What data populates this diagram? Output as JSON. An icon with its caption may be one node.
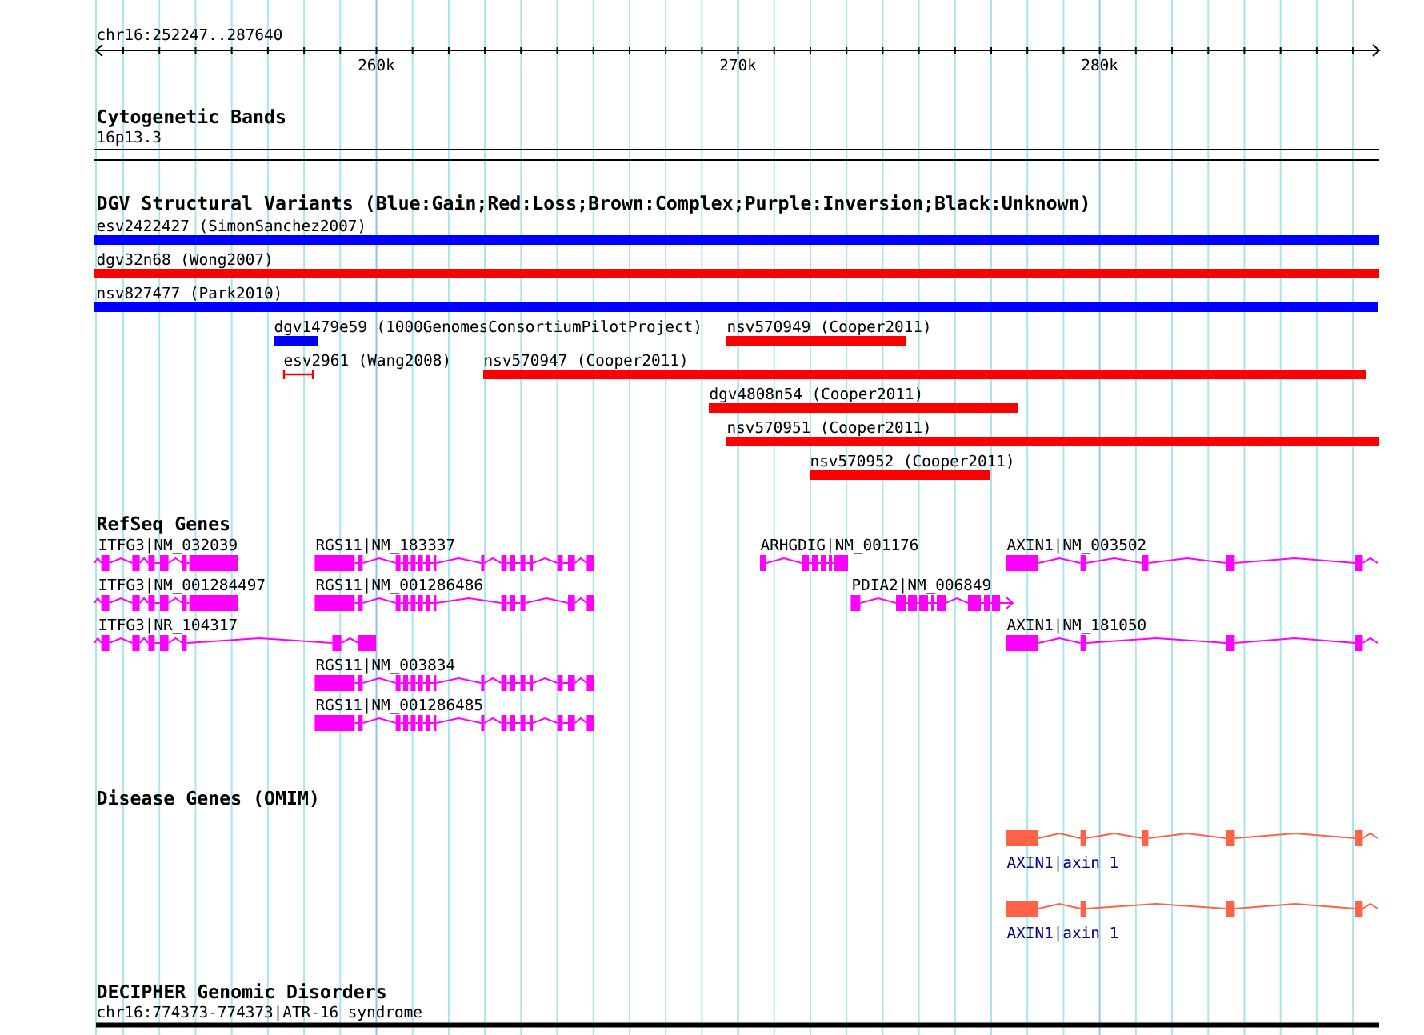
{
  "diagram": {
    "nodes": [
      {
        "text": [
          "16p13.3"
        ]
      },
      {
        "text": [
          "esv2422427 (SimonSanchez2007)"
        ]
      },
      {
        "text": [
          "dgv32n68 (Wong2007)"
        ]
      },
      {
        "text": [
          "nsv827477 (Park2010)"
        ]
      },
      {
        "text": [
          "dgv1479e59 (1000GenomesConsortiumPilotProject)"
        ]
      },
      {
        "text": [
          "nsv570949 (Cooper2011)"
        ]
      },
      {
        "text": [
          "esv2961 (Wang2008)"
        ]
      },
      {
        "text": [
          "nsv570947 (Cooper2011)"
        ]
      },
      {
        "text": [
          "dgv4808n54 (Cooper2011)"
        ]
      },
      {
        "text": [
          "nsv570951 (Cooper2011)"
        ]
      },
      {
        "text": [
          "nsv570952 (Cooper2011)"
        ]
      },
      {
        "text": [
          "ITFG3|NM_032039"
        ]
      },
      {
        "text": [
          "RGS11|NM_183337"
        ]
      },
      {
        "text": [
          "ARHGDIG|NM_001176"
        ]
      },
      {
        "text": [
          "AXIN1|NM_003502"
        ]
      },
      {
        "text": [
          "ITFG3|NM_001284497"
        ]
      },
      {
        "text": [
          "RGS11|NM_001286486"
        ]
      },
      {
        "text": [
          "PDIA2|NM_006849"
        ]
      },
      {
        "text": [
          "ITFG3|NR_104317"
        ]
      },
      {
        "text": [
          "AXIN1|NM_181050"
        ]
      },
      {
        "text": [
          "RGS11|NM_003834"
        ]
      },
      {
        "text": [
          "RGS11|NM_001286485"
        ]
      },
      {
        "text": [
          "AXIN1|axin 1"
        ]
      },
      {
        "text": [
          "AXIN1|axin 1"
        ]
      },
      {
        "text": [
          "chr16:774373-774373|ATR-16 syndrome"
        ]
      }
    ],
    "labels": [
      "chr16:252247..287640",
      "260k",
      "270k",
      "280k",
      "Cytogenetic Bands",
      "DGV Structural Variants (Blue:Gain;Red:Loss;Brown:Complex;Purple:Inversion;Black:Unknown)",
      "RefSeq Genes",
      "Disease Genes (OMIM)",
      "DECIPHER Genomic Disorders"
    ]
  }
}
